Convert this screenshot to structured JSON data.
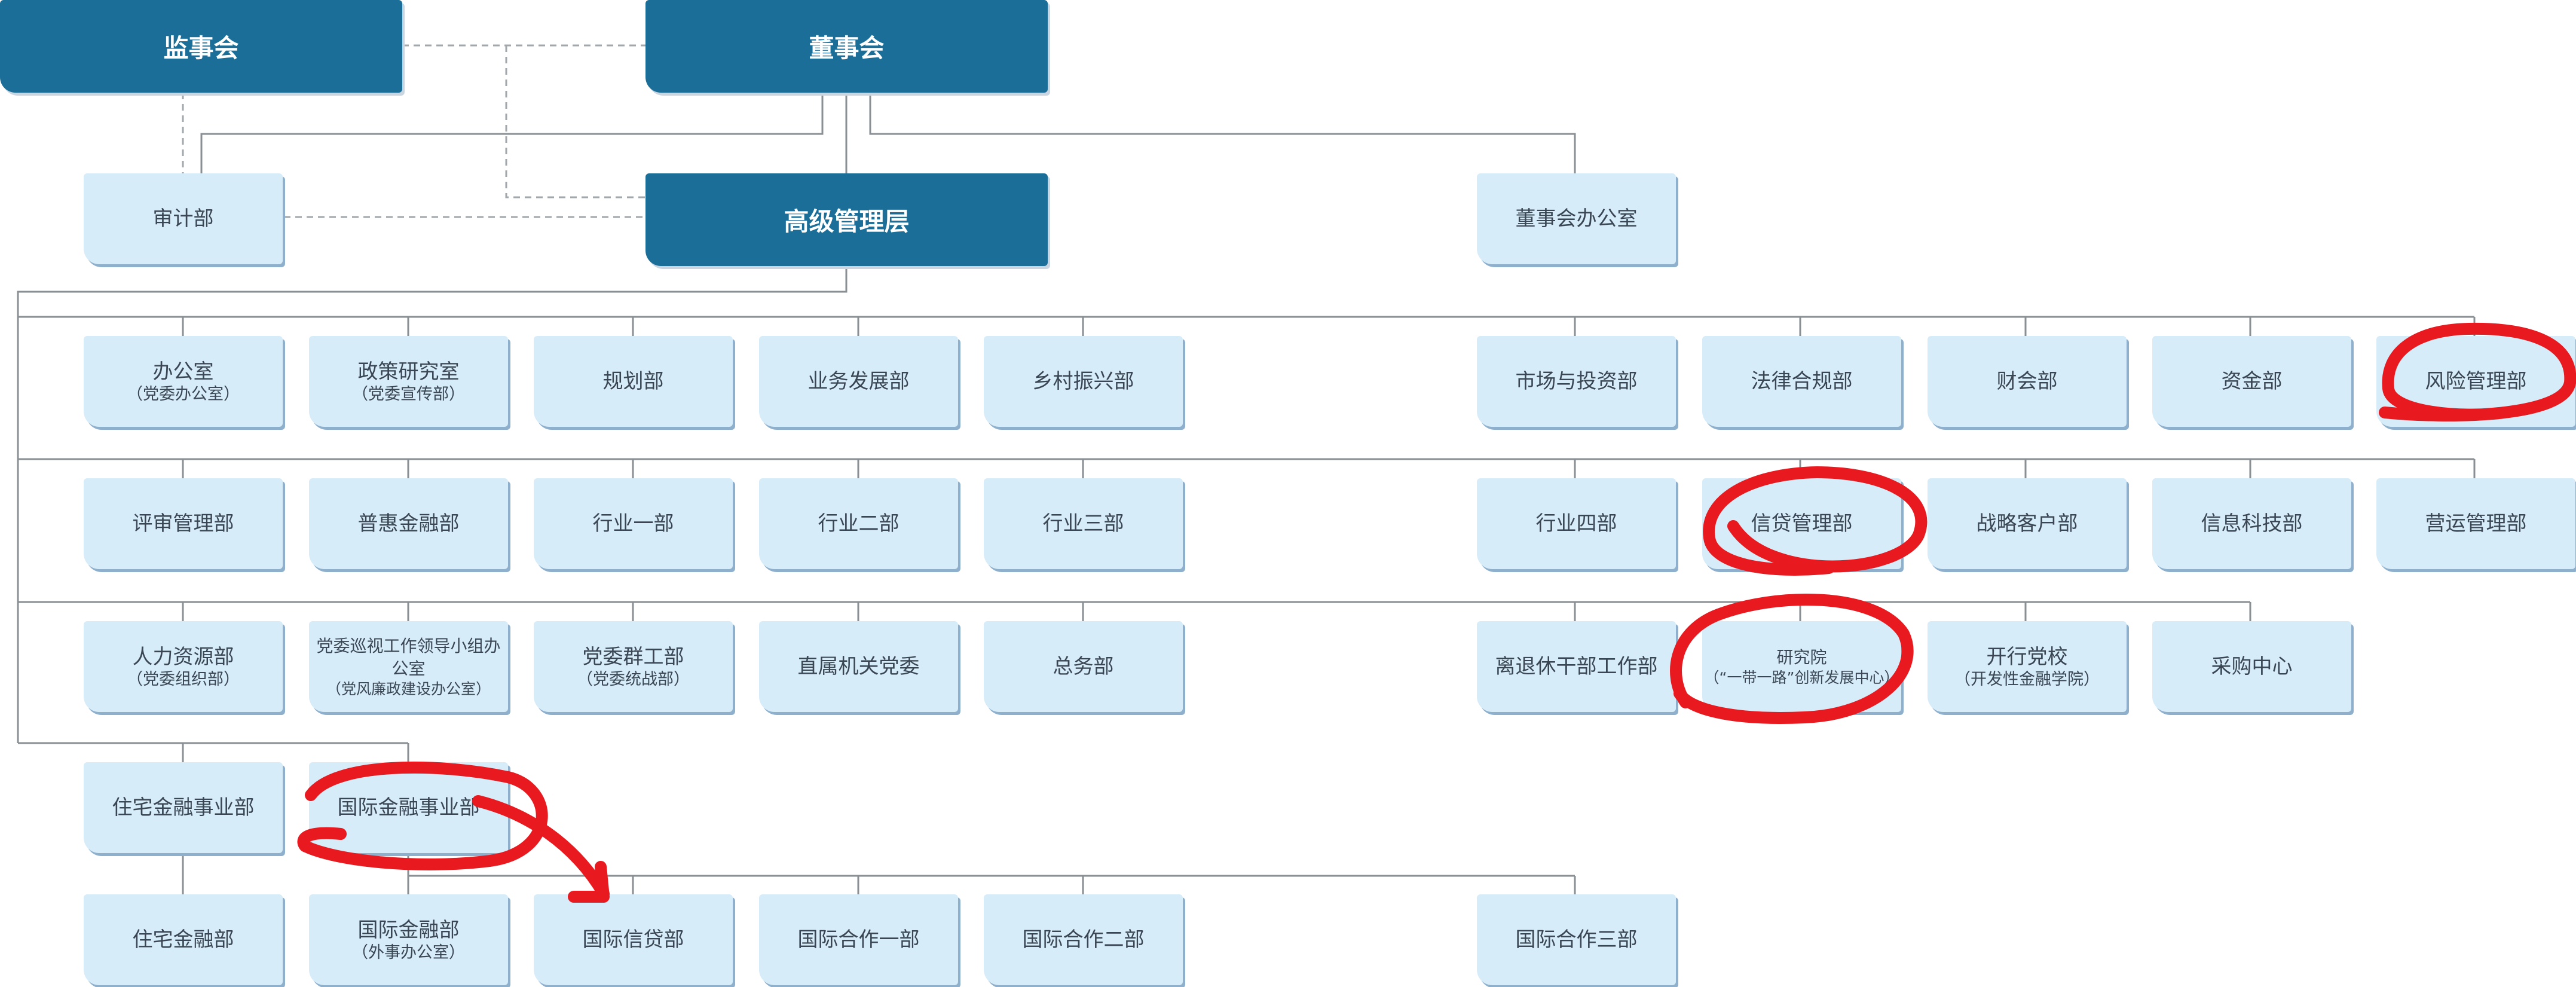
{
  "top": {
    "supervisory_board": "监事会",
    "board_of_directors": "董事会",
    "senior_management": "高级管理层",
    "audit_department": "审计部",
    "board_office": "董事会办公室"
  },
  "departments": [
    {
      "id": "office",
      "title": "办公室",
      "sub": "（党委办公室）"
    },
    {
      "id": "policy",
      "title": "政策研究室",
      "sub": "（党委宣传部）"
    },
    {
      "id": "planning",
      "title": "规划部"
    },
    {
      "id": "business-dev",
      "title": "业务发展部"
    },
    {
      "id": "rural",
      "title": "乡村振兴部"
    },
    {
      "id": "market-invest",
      "title": "市场与投资部"
    },
    {
      "id": "legal",
      "title": "法律合规部"
    },
    {
      "id": "finance",
      "title": "财会部"
    },
    {
      "id": "treasury",
      "title": "资金部"
    },
    {
      "id": "risk",
      "title": "风险管理部"
    },
    {
      "id": "review",
      "title": "评审管理部"
    },
    {
      "id": "inclusive",
      "title": "普惠金融部"
    },
    {
      "id": "industry-1",
      "title": "行业一部"
    },
    {
      "id": "industry-2",
      "title": "行业二部"
    },
    {
      "id": "industry-3",
      "title": "行业三部"
    },
    {
      "id": "industry-4",
      "title": "行业四部"
    },
    {
      "id": "credit",
      "title": "信贷管理部"
    },
    {
      "id": "strategic-clients",
      "title": "战略客户部"
    },
    {
      "id": "it",
      "title": "信息科技部"
    },
    {
      "id": "operations",
      "title": "营运管理部"
    },
    {
      "id": "hr",
      "title": "人力资源部",
      "sub": "（党委组织部）"
    },
    {
      "id": "inspection",
      "title": "党委巡视工作领导小组办公室",
      "sub": "（党风廉政建设办公室）",
      "small": true
    },
    {
      "id": "mass-work",
      "title": "党委群工部",
      "sub": "（党委统战部）"
    },
    {
      "id": "organs-committee",
      "title": "直属机关党委"
    },
    {
      "id": "general-affairs",
      "title": "总务部"
    },
    {
      "id": "retired-cadres",
      "title": "离退休干部工作部"
    },
    {
      "id": "research",
      "title": "研究院",
      "sub": "（“一带一路”创新发展中心）",
      "small": true
    },
    {
      "id": "party-school",
      "title": "开行党校",
      "sub": "（开发性金融学院）"
    },
    {
      "id": "procurement",
      "title": "采购中心"
    },
    {
      "id": "housing-division",
      "title": "住宅金融事业部"
    },
    {
      "id": "intl-division",
      "title": "国际金融事业部"
    },
    {
      "id": "housing-finance",
      "title": "住宅金融部"
    },
    {
      "id": "intl-finance",
      "title": "国际金融部",
      "sub": "（外事办公室）"
    },
    {
      "id": "intl-credit",
      "title": "国际信贷部"
    },
    {
      "id": "intl-coop-1",
      "title": "国际合作一部"
    },
    {
      "id": "intl-coop-2",
      "title": "国际合作二部"
    },
    {
      "id": "intl-coop-3",
      "title": "国际合作三部"
    }
  ],
  "colors": {
    "head_fill": "#1a6e98",
    "dept_fill": "#d6ecf8",
    "connector": "#8a8f94",
    "annotation": "#e8191f"
  },
  "annotations": [
    {
      "kind": "circle",
      "target": "risk"
    },
    {
      "kind": "circle",
      "target": "credit"
    },
    {
      "kind": "circle",
      "target": "research"
    },
    {
      "kind": "circle",
      "target": "intl-division"
    },
    {
      "kind": "arrow",
      "from": "intl-division",
      "to": "intl-credit"
    }
  ]
}
